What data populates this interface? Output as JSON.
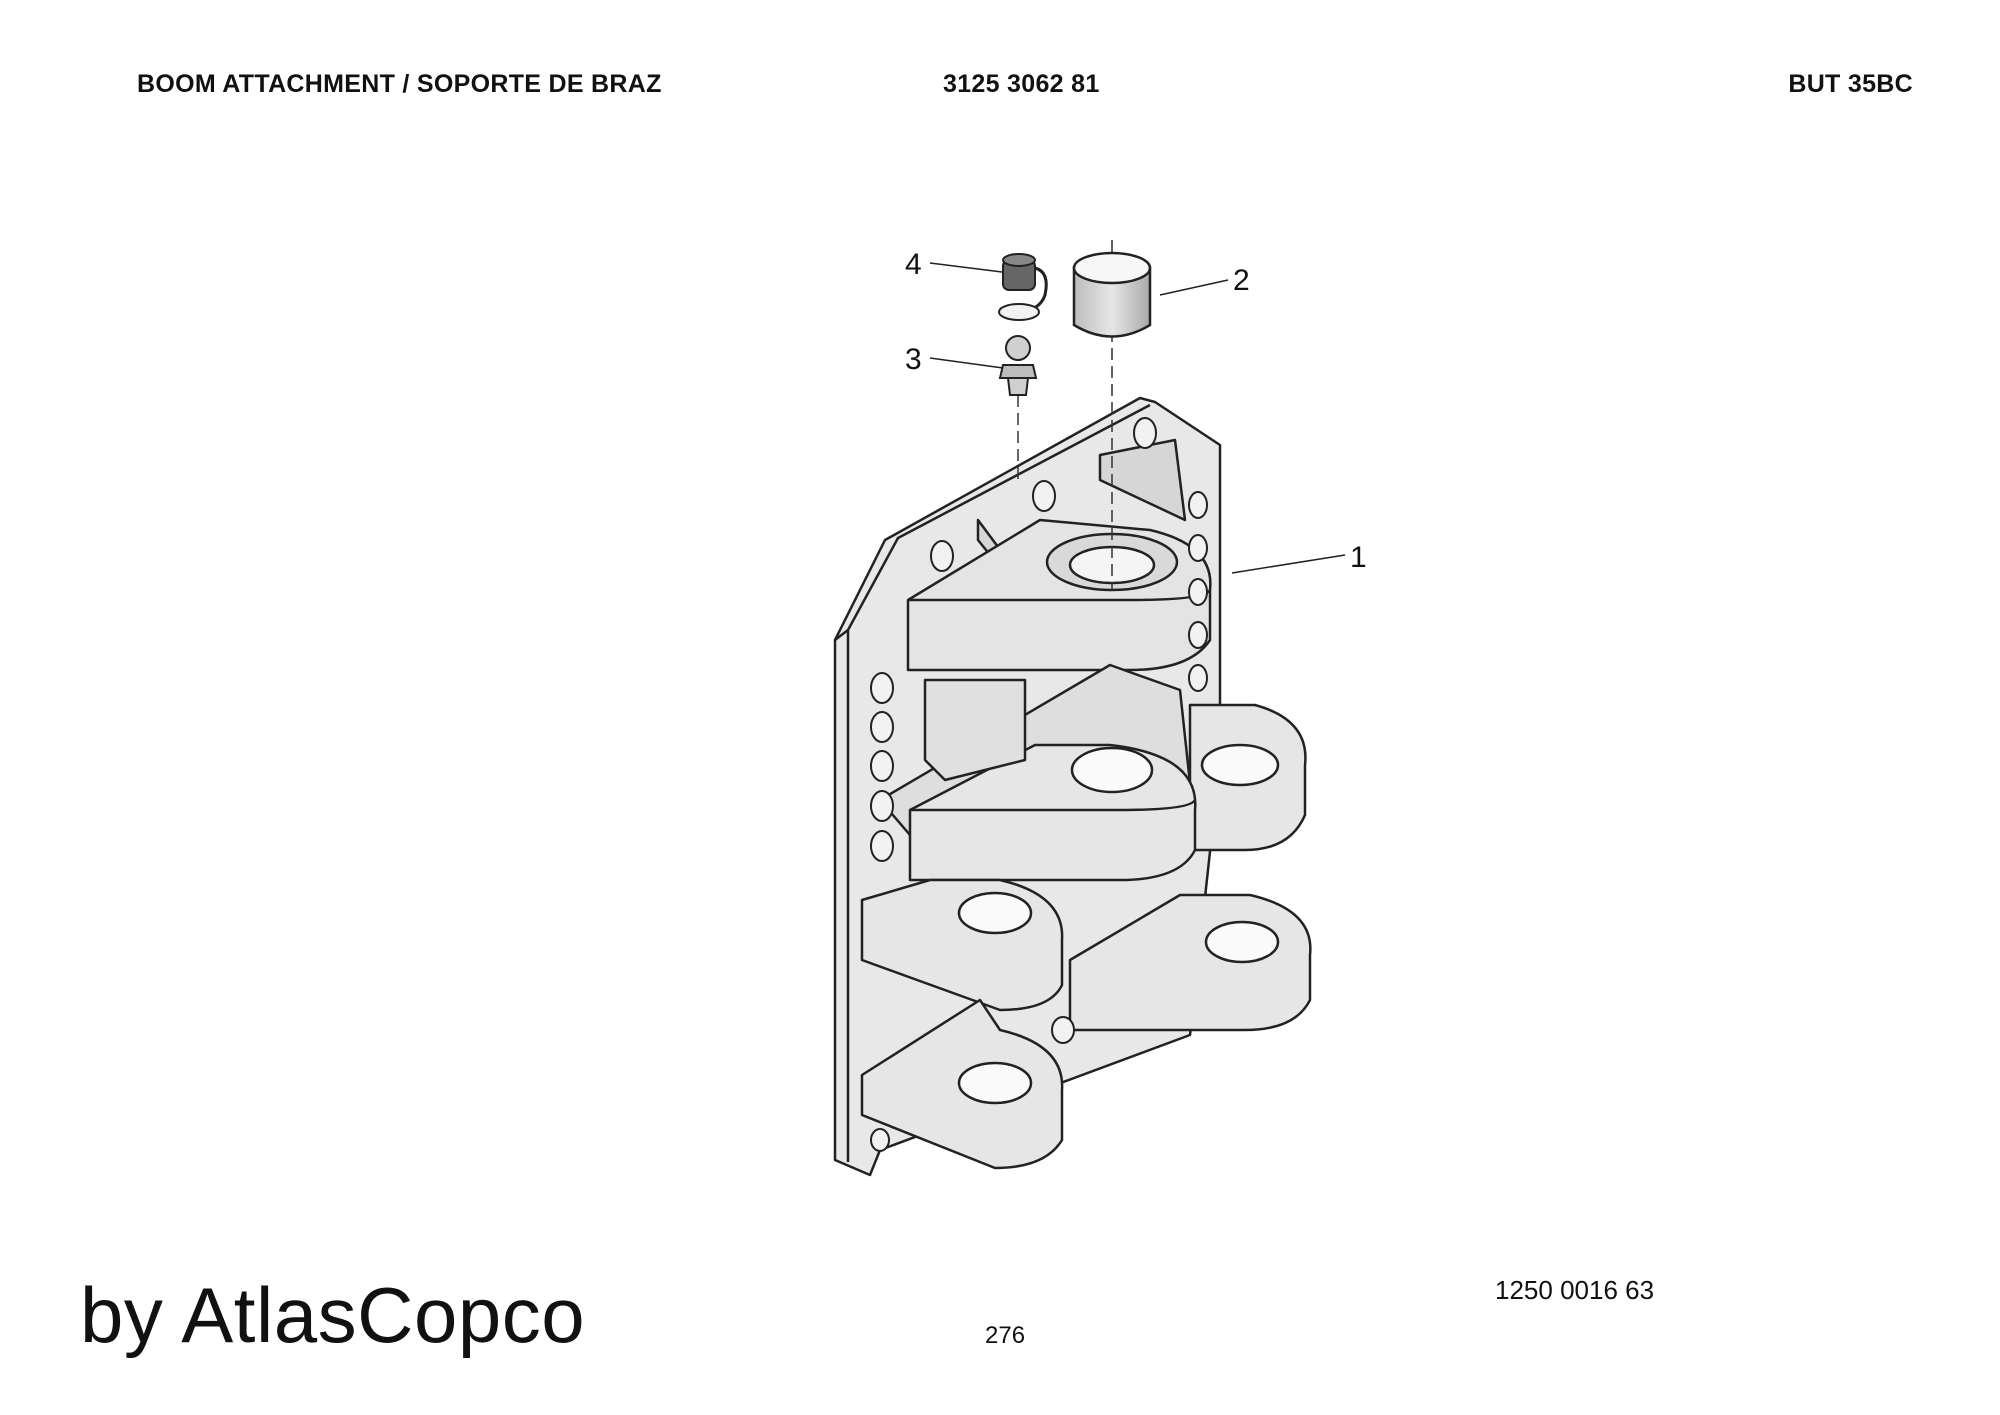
{
  "header": {
    "title": "BOOM ATTACHMENT / SOPORTE DE BRAZ",
    "part_number": "3125 3062 81",
    "model": "BUT 35BC"
  },
  "callouts": [
    "1",
    "2",
    "3",
    "4"
  ],
  "figure_number": "1250 0016 63",
  "page_number": "276",
  "brand": "by AtlasCopco"
}
